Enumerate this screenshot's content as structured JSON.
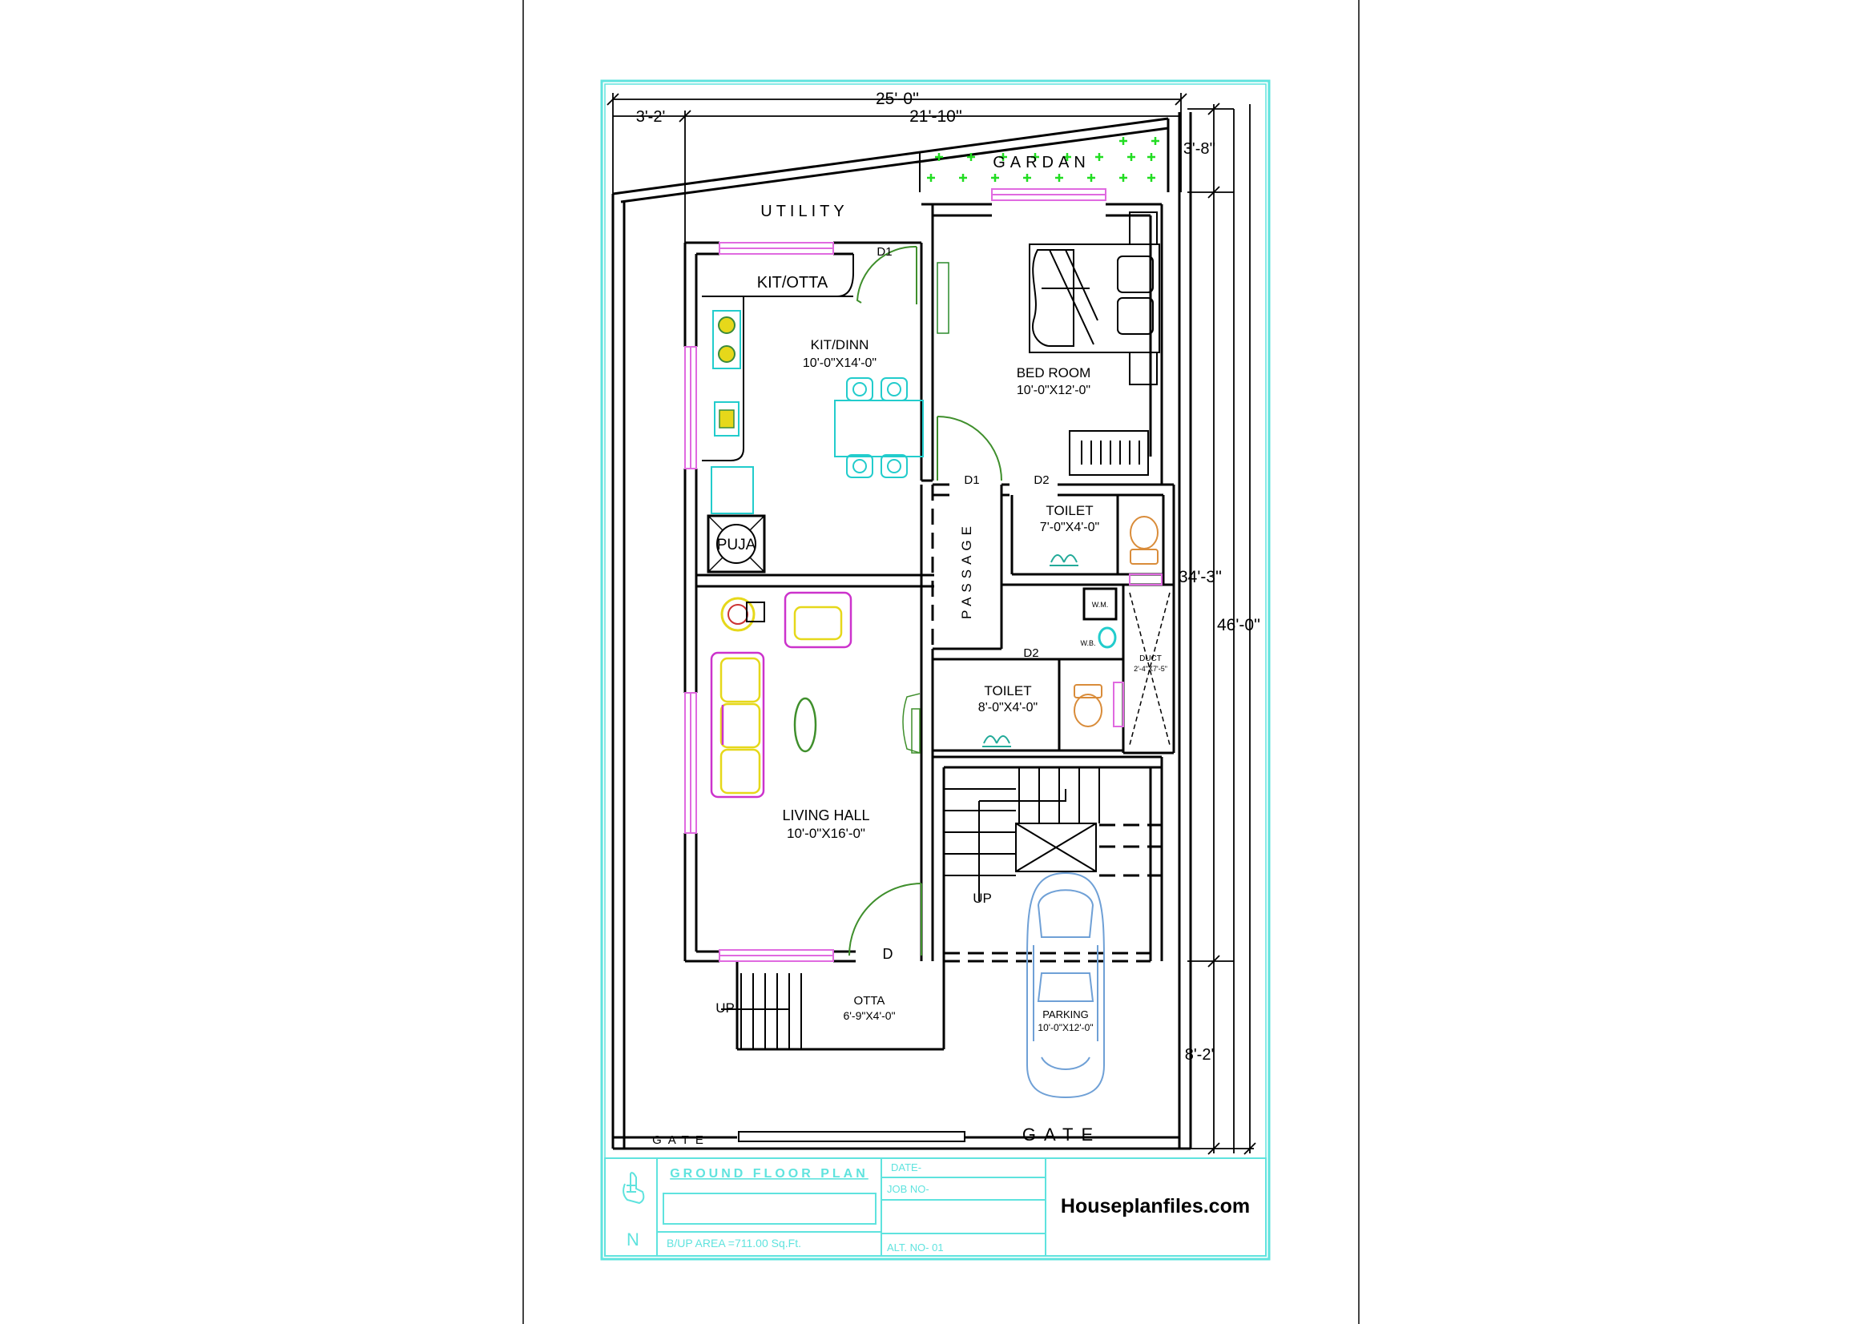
{
  "dimensions": {
    "overall_width": "25'-0''",
    "left_offset": "3'-2'",
    "inner_width": "21'-10''",
    "top_offset": "3'-8''",
    "building_depth": "34'-3''",
    "overall_depth": "46'-0''",
    "front_setback": "8'-2'"
  },
  "rooms": {
    "garden": "GARDAN",
    "utility": "UTILITY",
    "kit_otta": "KIT/OTTA",
    "kit_dinn": "KIT/DINN",
    "kit_dinn_size": "10'-0\"X14'-0\"",
    "bedroom": "BED ROOM",
    "bedroom_size": "10'-0\"X12'-0\"",
    "toilet1": "TOILET",
    "toilet1_size": "7'-0\"X4'-0\"",
    "passage": "PASSAGE",
    "puja": "PUJA",
    "wm": "W.M.",
    "wb": "W.B.",
    "duct": "DUCT",
    "duct_size": "2'-4\"X7'-5\"",
    "toilet2": "TOILET",
    "toilet2_size": "8'-0\"X4'-0\"",
    "living": "LIVING HALL",
    "living_size": "10'-0\"X16'-0\"",
    "up_stair": "UP",
    "up_otta": "UP",
    "otta": "OTTA",
    "otta_size": "6'-9\"X4'-0\"",
    "parking": "PARKING",
    "parking_size": "10'-0\"X12'-0\"",
    "gate_small": "GATE",
    "gate_main": "GATE"
  },
  "doors": {
    "d1_kitchen": "D1",
    "d1_bedroom": "D1",
    "d2_toilet1": "D2",
    "d2_toilet2": "D2",
    "d_main": "D"
  },
  "title_block": {
    "title": "GROUND FLOOR PLAN",
    "area": "B/UP AREA =711.00 Sq.Ft.",
    "date_label": "DATE-",
    "job_label": "JOB NO-",
    "alt_label": "ALT. NO- 01",
    "website": "Houseplanfiles.com",
    "north_label": "N"
  },
  "colors": {
    "wall": "#000000",
    "border": "#5fe3de",
    "window": "#e06ae0",
    "door_swing": "#3f8f2c",
    "garden_plus": "#22dd22",
    "furniture_cyan": "#22cccc",
    "furniture_magenta": "#cc33cc",
    "furniture_yellow": "#e6d81a",
    "sanitary": "#d98c3a",
    "car": "#6fa0d6"
  }
}
